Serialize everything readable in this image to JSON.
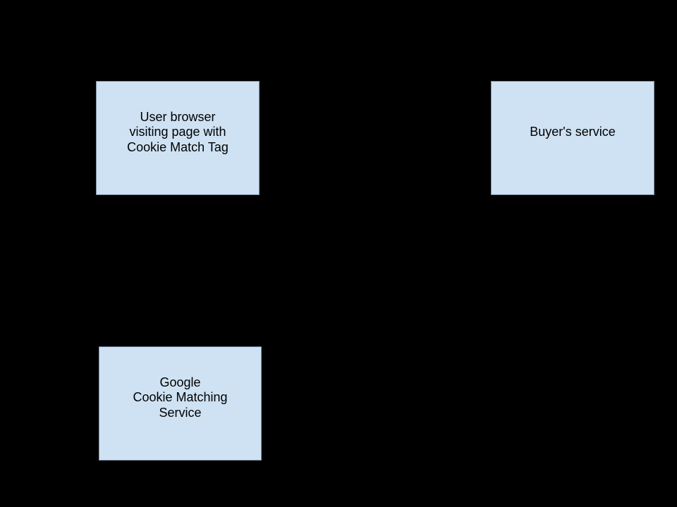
{
  "theme": {
    "background": "#000000",
    "node_fill": "#cfe2f3",
    "node_border": "#7f95a8",
    "text_color": "#000000"
  },
  "diagram": {
    "nodes": [
      {
        "id": "user-browser",
        "label": "User browser\nvisiting page with\nCookie Match Tag"
      },
      {
        "id": "buyers-service",
        "label": "Buyer's service"
      },
      {
        "id": "google-cookie-matching-service",
        "label": "Google\nCookie Matching\nService"
      }
    ]
  }
}
